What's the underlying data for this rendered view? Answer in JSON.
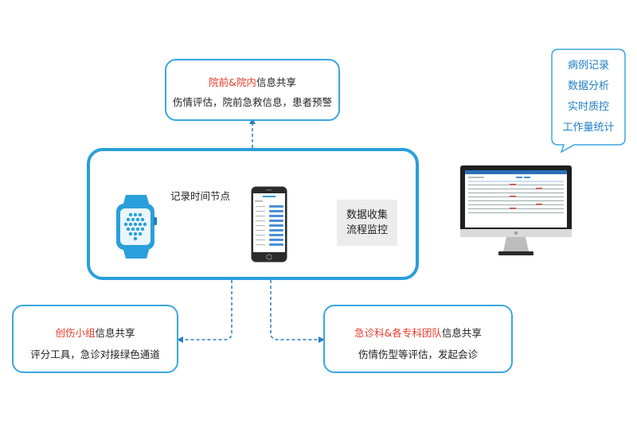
{
  "top_box": {
    "title_red": "院前&院内",
    "title_rest": "信息共享",
    "line2": "伤情评估，院前急救信息，患者预警"
  },
  "left_box": {
    "title_red": "创伤小组",
    "title_rest": "信息共享",
    "line2": "评分工具，急诊对接绿色通道"
  },
  "right_box": {
    "title_red": "急诊科&各专科团队",
    "title_rest": "信息共享",
    "line2": "伤情伤型等评估，发起会诊"
  },
  "main": {
    "time_label": "记录时间节点",
    "collect_line1": "数据收集",
    "collect_line2": "流程监控"
  },
  "callout": {
    "items": [
      "病例记录",
      "数据分析",
      "实时质控",
      "工作量统计"
    ]
  },
  "colors": {
    "accent": "#2a9fdb",
    "highlight": "#e53a2a",
    "callout_text": "#1f7fc6"
  },
  "icons": [
    "smartwatch-icon",
    "smartphone-icon",
    "desktop-monitor-icon"
  ]
}
